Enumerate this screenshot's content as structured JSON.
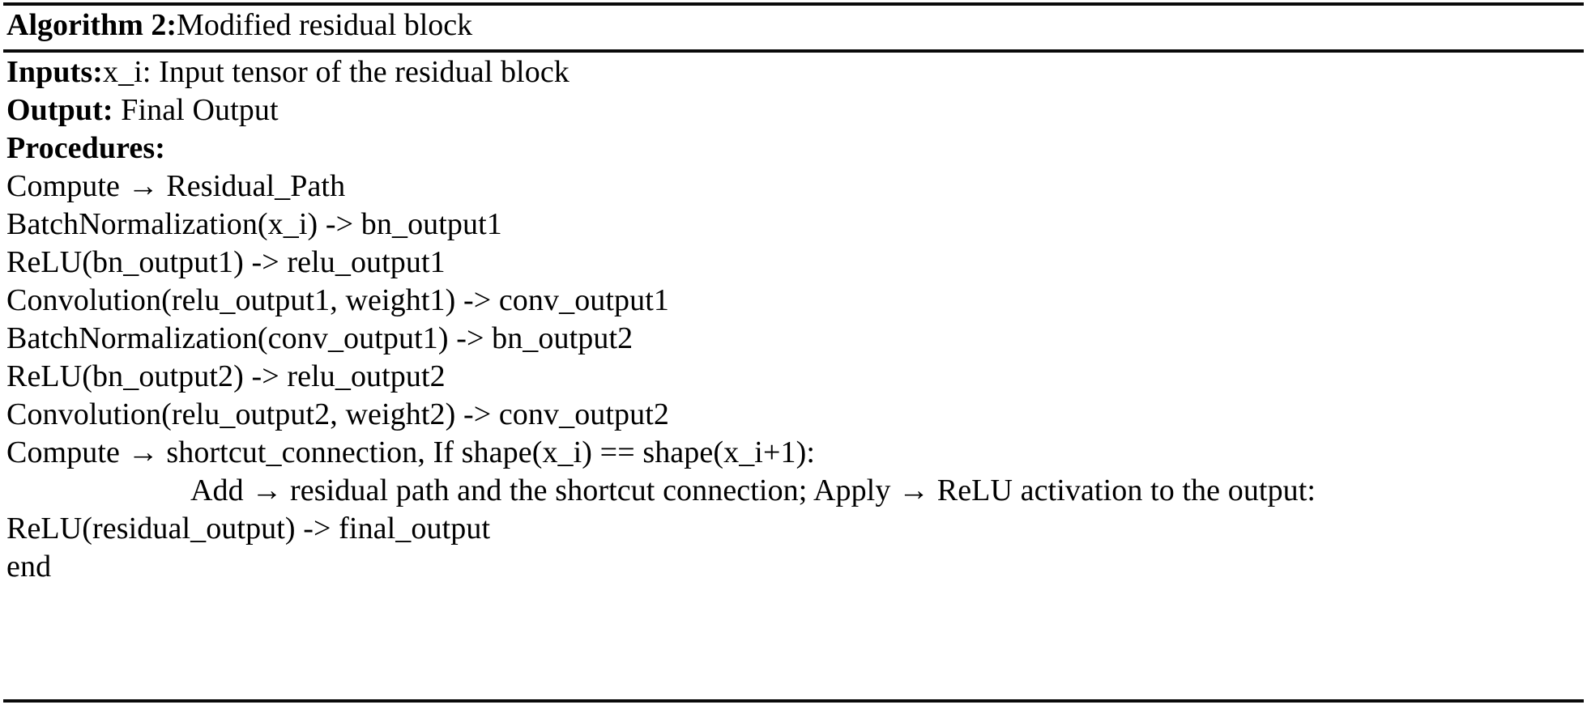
{
  "document": {
    "kind": "algorithm-pseudocode",
    "title": {
      "label": "Algorithm 2:",
      "caption": "Modified residual block"
    },
    "header_fields": [
      {
        "label": "Inputs:",
        "value": "x_i: Input tensor of the residual block"
      },
      {
        "label": "Output:",
        "value": " Final Output"
      },
      {
        "label": "Procedures:",
        "value": ""
      }
    ],
    "steps": [
      {
        "text": "Compute →  Residual_Path",
        "indent": false
      },
      {
        "text": "BatchNormalization(x_i) -> bn_output1",
        "indent": false
      },
      {
        "text": "ReLU(bn_output1) -> relu_output1",
        "indent": false
      },
      {
        "text": "Convolution(relu_output1, weight1) -> conv_output1",
        "indent": false
      },
      {
        "text": "BatchNormalization(conv_output1) -> bn_output2",
        "indent": false
      },
      {
        "text": "ReLU(bn_output2) -> relu_output2",
        "indent": false
      },
      {
        "text": "Convolution(relu_output2, weight2) -> conv_output2",
        "indent": false
      },
      {
        "text": "Compute →  shortcut_connection, If shape(x_i) == shape(x_i+1):",
        "indent": false
      },
      {
        "text": "Add →  residual path and the shortcut connection; Apply →  ReLU activation to the output:",
        "indent": true
      },
      {
        "text": "ReLU(residual_output) -> final_output",
        "indent": false
      },
      {
        "text": "end",
        "indent": false
      }
    ],
    "colors": {
      "text": "#000000",
      "rule": "#0a0a0a",
      "background": "#ffffff"
    }
  }
}
